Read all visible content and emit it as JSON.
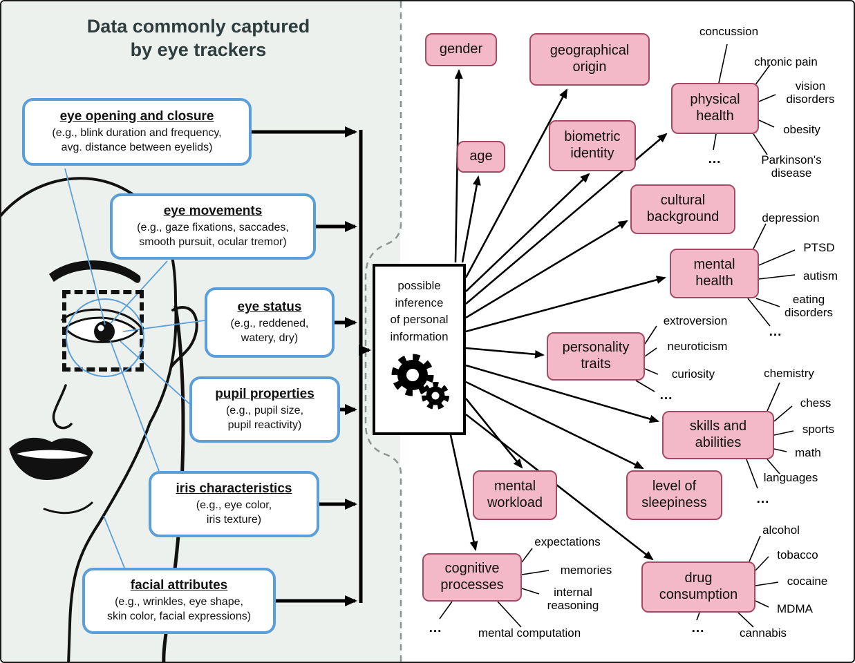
{
  "title": "Data commonly captured\nby eye trackers",
  "captured": [
    {
      "heading": "eye opening and closure",
      "detail": "(e.g., blink duration and frequency,\navg. distance between eyelids)"
    },
    {
      "heading": "eye movements",
      "detail": "(e.g., gaze fixations, saccades,\nsmooth pursuit, ocular tremor)"
    },
    {
      "heading": "eye status",
      "detail": "(e.g., reddened,\nwatery, dry)"
    },
    {
      "heading": "pupil properties",
      "detail": "(e.g., pupil size,\npupil reactivity)"
    },
    {
      "heading": "iris characteristics",
      "detail": "(e.g., eye color,\niris texture)"
    },
    {
      "heading": "facial attributes",
      "detail": "(e.g., wrinkles, eye shape,\nskin color, facial expressions)"
    }
  ],
  "center": {
    "label": "possible\ninference\nof personal\ninformation"
  },
  "inferences": {
    "gender": {
      "label": "gender"
    },
    "geographical_origin": {
      "label": "geographical origin"
    },
    "age": {
      "label": "age"
    },
    "biometric_identity": {
      "label": "biometric identity"
    },
    "physical_health": {
      "label": "physical health",
      "subs": [
        "concussion",
        "chronic pain",
        "vision disorders",
        "obesity",
        "Parkinson's disease",
        "..."
      ]
    },
    "cultural_background": {
      "label": "cultural background"
    },
    "mental_health": {
      "label": "mental health",
      "subs": [
        "depression",
        "PTSD",
        "autism",
        "eating disorders",
        "..."
      ]
    },
    "personality_traits": {
      "label": "personality traits",
      "subs": [
        "extroversion",
        "neuroticism",
        "curiosity",
        "..."
      ]
    },
    "skills_abilities": {
      "label": "skills and abilities",
      "subs": [
        "chemistry",
        "chess",
        "sports",
        "math",
        "languages",
        "..."
      ]
    },
    "mental_workload": {
      "label": "mental workload"
    },
    "level_sleepiness": {
      "label": "level of sleepiness"
    },
    "cognitive_processes": {
      "label": "cognitive processes",
      "subs": [
        "expectations",
        "memories",
        "internal reasoning",
        "mental computation",
        "..."
      ]
    },
    "drug_consumption": {
      "label": "drug consumption",
      "subs": [
        "alcohol",
        "tobacco",
        "cocaine",
        "MDMA",
        "cannabis",
        "..."
      ]
    }
  },
  "colors": {
    "blue_box_border": "#5b9fd8",
    "pink_box_fill": "#f3b9c8",
    "pink_box_border": "#a34a66",
    "left_panel_bg": "#edf1ee"
  }
}
